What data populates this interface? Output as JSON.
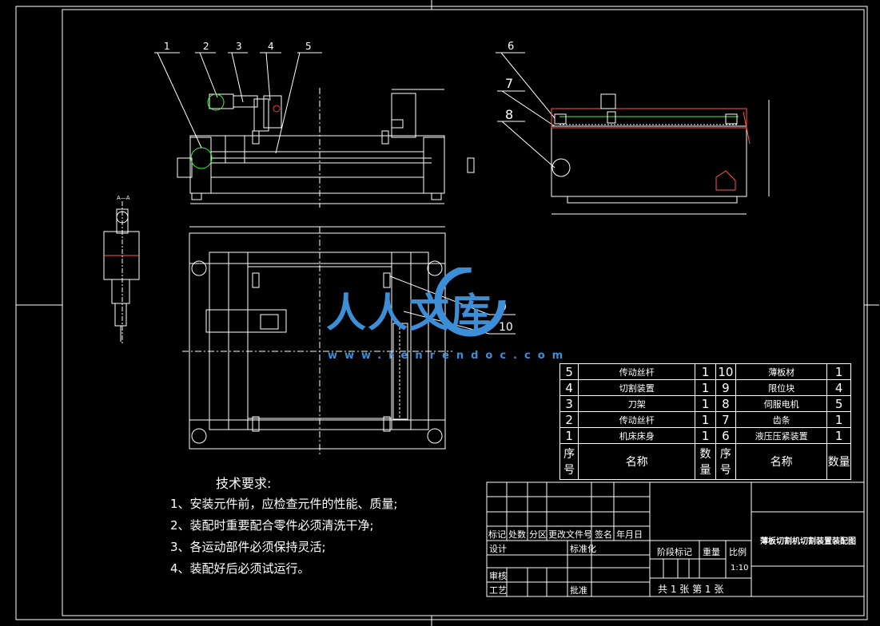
{
  "balloons": [
    "1",
    "2",
    "3",
    "4",
    "5",
    "6",
    "7",
    "8",
    "9",
    "10"
  ],
  "section_label": "A—A",
  "tech": {
    "title": "技术要求:",
    "items": [
      "1、安装元件前，应检查元件的性能、质量;",
      "2、装配时重要配合零件必须清洗干净;",
      "3、各运动部件必须保持灵活;",
      "4、装配好后必须试运行。"
    ]
  },
  "parts": {
    "rows": [
      {
        "a_no": "5",
        "a_name": "传动丝杆",
        "a_qty": "1",
        "b_no": "10",
        "b_name": "薄板材",
        "b_qty": "1"
      },
      {
        "a_no": "4",
        "a_name": "切割装置",
        "a_qty": "1",
        "b_no": "9",
        "b_name": "限位块",
        "b_qty": "4"
      },
      {
        "a_no": "3",
        "a_name": "刀架",
        "a_qty": "1",
        "b_no": "8",
        "b_name": "伺服电机",
        "b_qty": "5"
      },
      {
        "a_no": "2",
        "a_name": "传动丝杆",
        "a_qty": "1",
        "b_no": "7",
        "b_name": "齿条",
        "b_qty": "1"
      },
      {
        "a_no": "1",
        "a_name": "机床床身",
        "a_qty": "1",
        "b_no": "6",
        "b_name": "液压压紧装置",
        "b_qty": "1"
      }
    ],
    "head": {
      "no": "序号",
      "name": "名称",
      "qty": "数量"
    }
  },
  "title_block": {
    "row_labels": [
      "标记",
      "处数",
      "分区",
      "更改文件号",
      "签名",
      "年月日"
    ],
    "design": "设计",
    "standard": "标准化",
    "review": "审核",
    "process": "工艺",
    "approve": "批准",
    "stage": "阶段标记",
    "weight": "重量",
    "scale_label": "比例",
    "scale": "1:10",
    "sheets": "共 1 张  第 1 张",
    "drawing_title": "薄板切割机切割装置装配图"
  },
  "watermark": {
    "text": "人人文库",
    "url": "www.renrendoc.com"
  }
}
